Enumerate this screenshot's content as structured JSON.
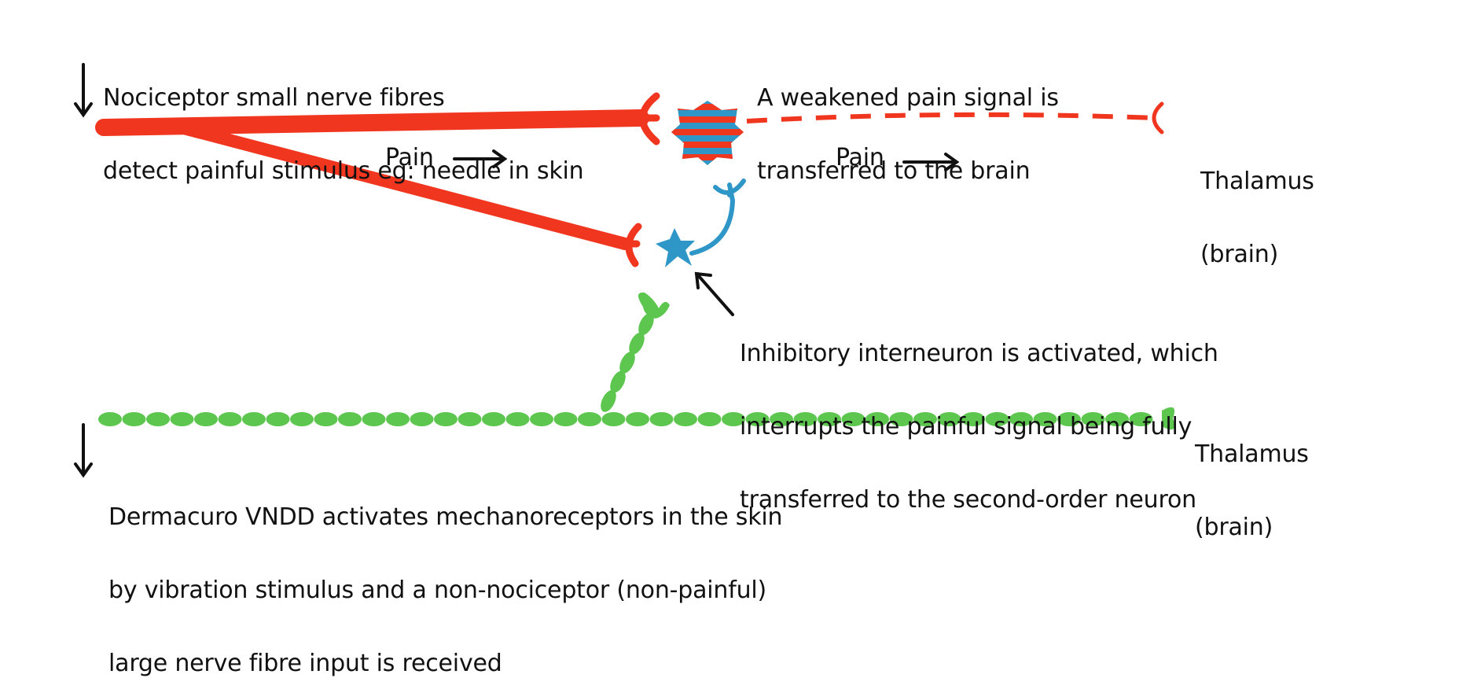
{
  "colors": {
    "pain_fibre": "#f0361f",
    "inhibitory": "#2f96c8",
    "mechano_fibre": "#5cc64e",
    "arrow": "#111111",
    "background": "#ffffff"
  },
  "labels": {
    "nociceptor": [
      "Nociceptor small nerve fibres",
      "detect painful stimulus eg: needle in skin"
    ],
    "weakened_signal": [
      "A weakened pain signal is",
      "transferred to the brain"
    ],
    "pain_left": "Pain",
    "pain_right": "Pain",
    "thalamus_top": [
      "Thalamus",
      "(brain)"
    ],
    "inhibitory": [
      "Inhibitory interneuron is activated, which",
      "interrupts the painful signal being fully",
      "transferred to the second-order neuron"
    ],
    "thalamus_bottom": [
      "Thalamus",
      "(brain)"
    ],
    "dermacuro": [
      "Dermacuro VNDD activates mechanoreceptors in the skin",
      "by vibration stimulus and a non-nociceptor (non-painful)",
      "large nerve fibre input is received"
    ]
  },
  "icons": {
    "stimulus_arrow_top": "down-arrow-icon",
    "stimulus_arrow_bottom": "down-arrow-icon",
    "pain_direction": "right-arrow-icon",
    "pointer": "up-left-arrow-icon"
  }
}
